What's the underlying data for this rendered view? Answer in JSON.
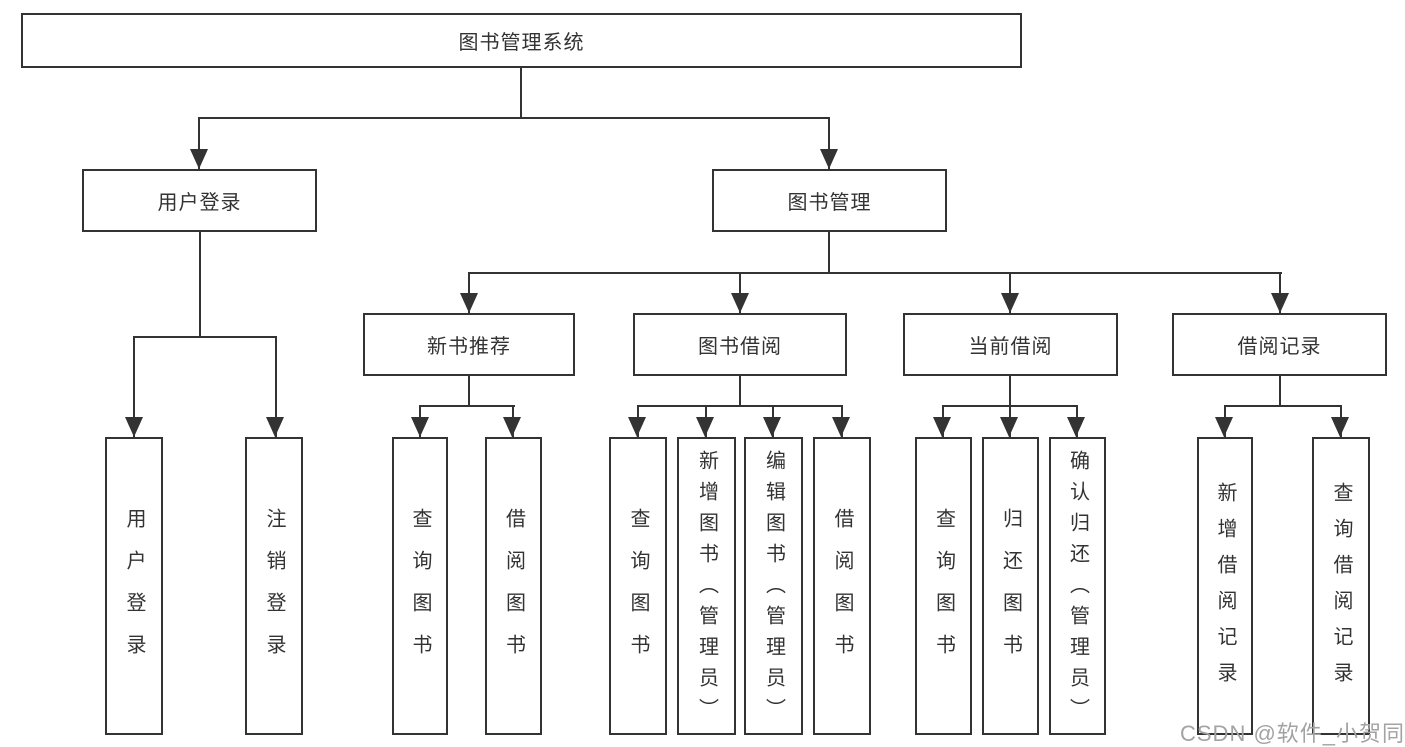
{
  "tree": {
    "root": {
      "label": "图书管理系统"
    },
    "branches": [
      {
        "label": "用户登录",
        "leaves": [
          {
            "label": "用户登录"
          },
          {
            "label": "注销登录"
          }
        ]
      },
      {
        "label": "图书管理",
        "groups": [
          {
            "label": "新书推荐",
            "leaves": [
              {
                "label": "查询图书"
              },
              {
                "label": "借阅图书"
              }
            ]
          },
          {
            "label": "图书借阅",
            "leaves": [
              {
                "label": "查询图书"
              },
              {
                "label": "新增图书（管理员）"
              },
              {
                "label": "编辑图书（管理员）"
              },
              {
                "label": "借阅图书"
              }
            ]
          },
          {
            "label": "当前借阅",
            "leaves": [
              {
                "label": "查询图书"
              },
              {
                "label": "归还图书"
              },
              {
                "label": "确认归还（管理员）"
              }
            ]
          },
          {
            "label": "借阅记录",
            "leaves": [
              {
                "label": "新增借阅记录"
              },
              {
                "label": "查询借阅记录"
              }
            ]
          }
        ]
      }
    ]
  },
  "watermark": {
    "text": "CSDN @软件_小贺同学"
  },
  "colors": {
    "line": "#333333",
    "box_border": "#333333",
    "text": "#333333",
    "watermark": "#a3a3a3",
    "background": "#ffffff"
  }
}
